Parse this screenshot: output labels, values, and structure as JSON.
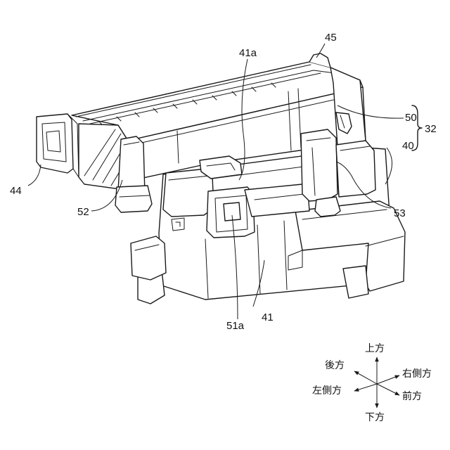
{
  "labels": {
    "ref_45": "45",
    "ref_41a": "41a",
    "ref_50": "50",
    "ref_32": "32",
    "ref_40": "40",
    "ref_44": "44",
    "ref_52": "52",
    "ref_53": "53",
    "ref_51a": "51a",
    "ref_41": "41"
  },
  "directions": {
    "up": "上方",
    "down": "下方",
    "rear": "後方",
    "front": "前方",
    "right_side": "右側方",
    "left_side": "左側方"
  }
}
